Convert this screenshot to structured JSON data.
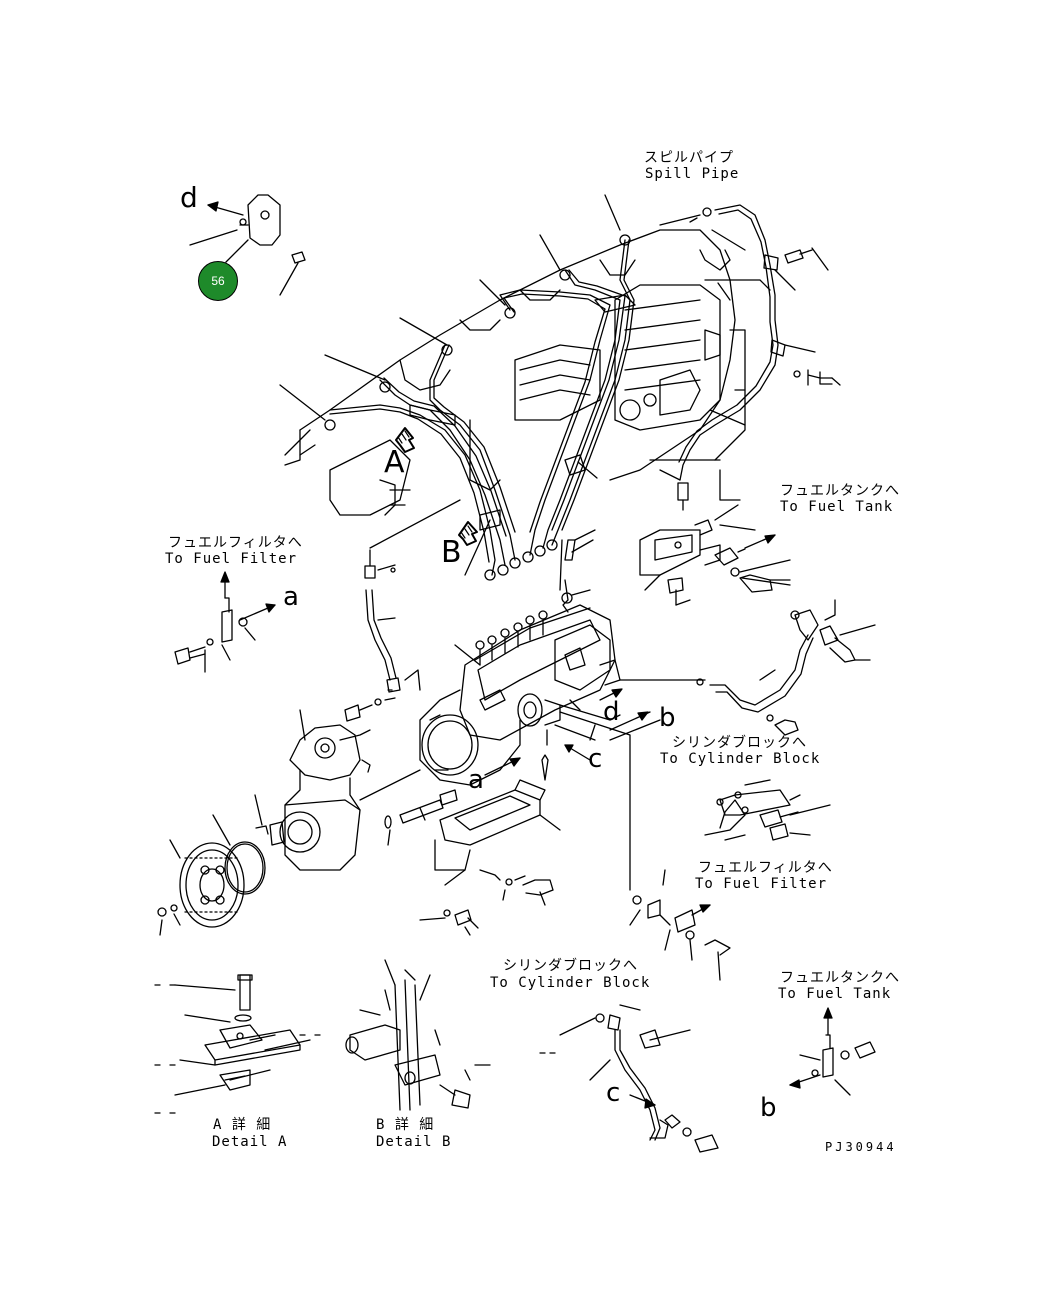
{
  "badge": {
    "number": "56",
    "color": "#1e8a2a"
  },
  "labels": {
    "spill_pipe_jp": "スピルパイプ",
    "spill_pipe_en": "Spill Pipe",
    "fuel_tank_jp_1": "フュエルタンクへ",
    "fuel_tank_en_1": "To Fuel Tank",
    "fuel_filter_jp_1": "フュエルフィルタへ",
    "fuel_filter_en_1": "To Fuel Filter",
    "cyl_block_jp_1": "シリンダブロックへ",
    "cyl_block_en_1": "To Cylinder Block",
    "fuel_filter_jp_2": "フュエルフィルタへ",
    "fuel_filter_en_2": "To Fuel Filter",
    "cyl_block_jp_2": "シリンダブロックへ",
    "cyl_block_en_2": "To Cylinder Block",
    "fuel_tank_jp_2": "フュエルタンクへ",
    "fuel_tank_en_2": "To Fuel Tank",
    "detail_a_jp": "A 詳 細",
    "detail_a_en": "Detail A",
    "detail_b_jp": "B 詳 細",
    "detail_b_en": "Detail B",
    "drawing_code": "PJ30944"
  },
  "letters": {
    "d_top": "d",
    "A_big": "A",
    "B_big": "B",
    "a_left": "a",
    "d_mid": "d",
    "b_mid": "b",
    "c_mid": "c",
    "a_mid": "a",
    "c_bottom": "c",
    "b_bottom": "b"
  }
}
